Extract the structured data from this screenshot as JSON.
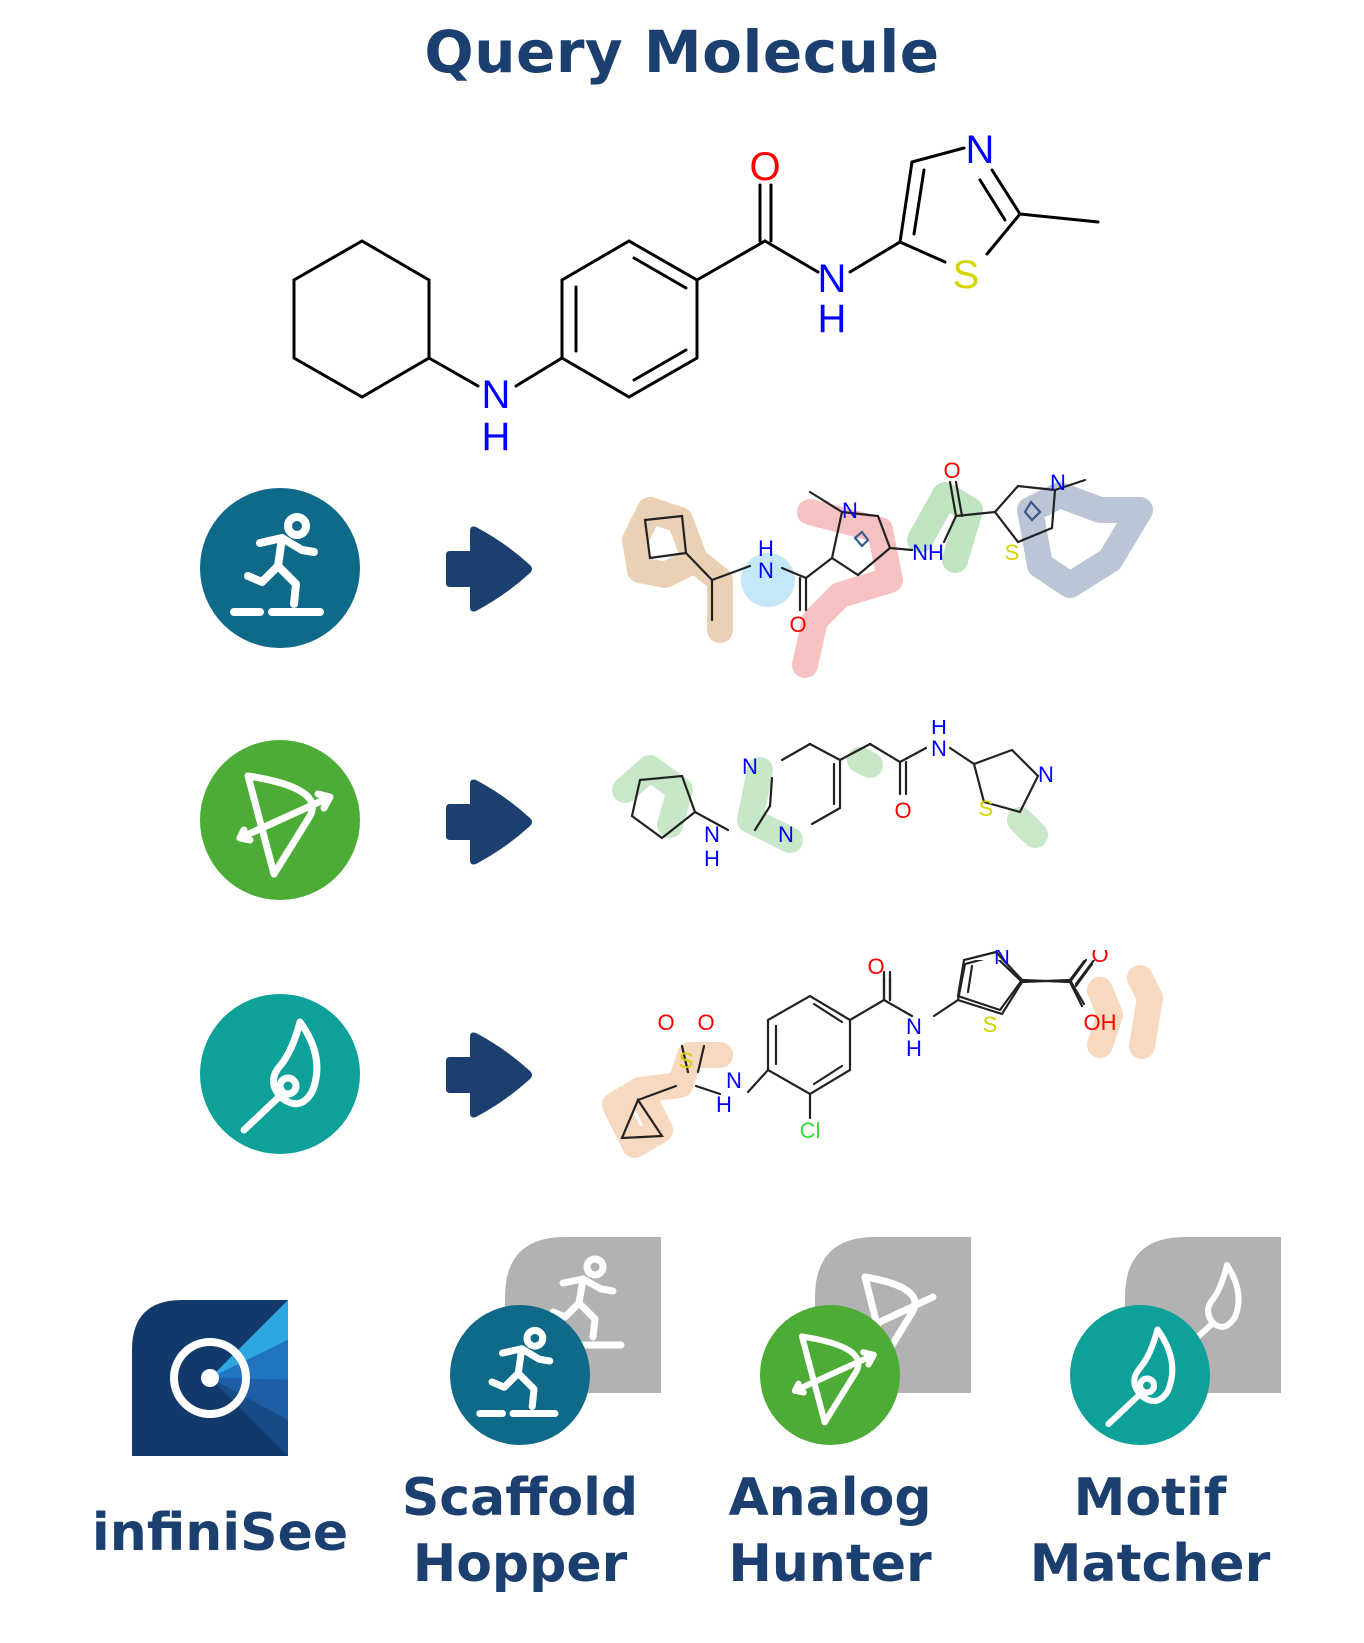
{
  "title": "Query Molecule",
  "colors": {
    "title": "#1b3f6e",
    "scaffold": "#0f6a8a",
    "analog": "#4cac35",
    "motif": "#0ea19a",
    "arrow": "#1b3f6e",
    "infinisee_dark": "#12396b",
    "infinisee_light": "#2ea6e0",
    "gray_tile": "#b2b2b2"
  },
  "atoms": {
    "query_o": "O",
    "query_n": "N",
    "query_s": "S",
    "query_nh_n": "N",
    "query_nh_h": "H",
    "query_amine_n": "N",
    "query_amine_h": "H",
    "r1_n_ring": "N",
    "r1_nh_n": "N",
    "r1_nh_h": "H",
    "r1_nh2": "NH",
    "r1_o1": "O",
    "r1_o2": "O",
    "r1_n_thz": "N",
    "r1_s_thz": "S",
    "r2_n1": "N",
    "r2_n2": "N",
    "r2_nh_n": "N",
    "r2_nh_h": "H",
    "r2_nh2_n": "N",
    "r2_nh2_h": "H",
    "r2_o": "O",
    "r2_n_thz": "N",
    "r2_s_thz": "S",
    "r3_o1": "O",
    "r3_o2": "O",
    "r3_s": "S",
    "r3_nh_n": "N",
    "r3_nh_h": "H",
    "r3_cl": "Cl",
    "r3_o3": "O",
    "r3_nh2_n": "N",
    "r3_nh2_h": "H",
    "r3_n_thz": "N",
    "r3_s_thz": "S",
    "r3_o4": "O",
    "r3_oh": "OH"
  },
  "products": [
    {
      "name_lines": [
        "infiniSee"
      ],
      "icon": "infinisee-logo-icon"
    },
    {
      "name_lines": [
        "Scaffold",
        "Hopper"
      ],
      "icon": "runner-icon"
    },
    {
      "name_lines": [
        "Analog",
        "Hunter"
      ],
      "icon": "bow-arrow-icon"
    },
    {
      "name_lines": [
        "Motif",
        "Matcher"
      ],
      "icon": "match-flame-icon"
    }
  ]
}
